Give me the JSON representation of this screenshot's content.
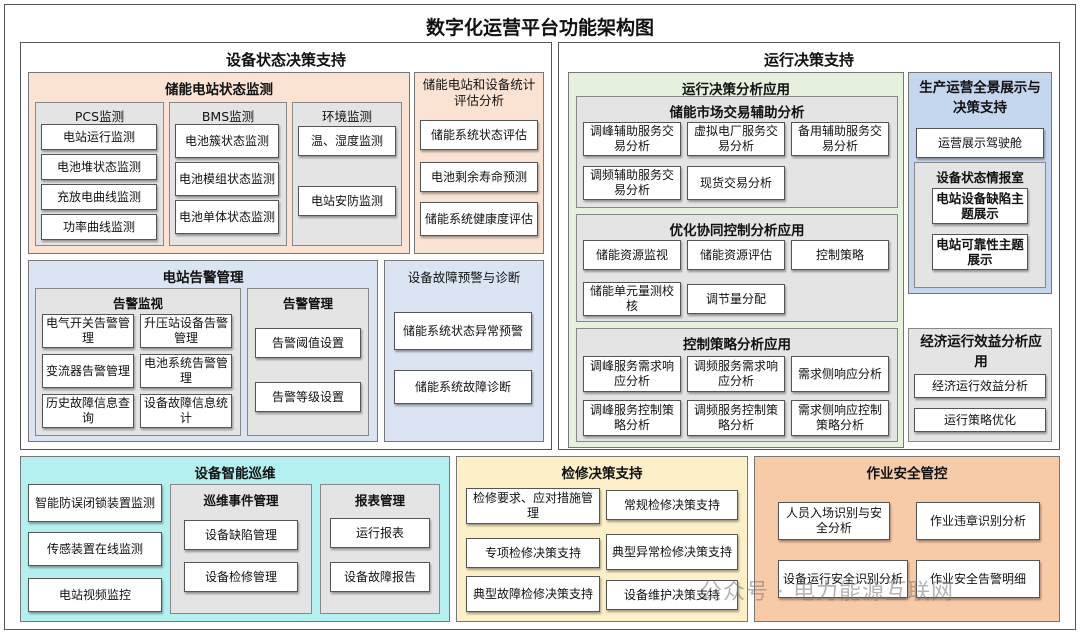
{
  "title": "数字化运营平台功能架构图",
  "equipment_decision": {
    "title": "设备状态决策支持",
    "station_monitoring": {
      "title": "储能电站状态监测",
      "pcs": {
        "title": "PCS监测",
        "items": [
          "电站运行监测",
          "电池堆状态监测",
          "充放电曲线监测",
          "功率曲线监测"
        ]
      },
      "bms": {
        "title": "BMS监测",
        "items": [
          "电池簇状态监测",
          "电池模组状态监测",
          "电池单体状态监测"
        ]
      },
      "env": {
        "title": "环境监测",
        "items": [
          "温、湿度监测",
          "电站安防监测"
        ]
      }
    },
    "stats": {
      "title": "储能电站和设备统计评估分析",
      "items": [
        "储能系统状态评估",
        "电池剩余寿命预测",
        "储能系统健康度评估"
      ]
    },
    "alarm": {
      "title": "电站告警管理",
      "monitor": {
        "title": "告警监视",
        "items": [
          "电气开关告警管理",
          "升压站设备告警管理",
          "变流器告警管理",
          "电池系统告警管理",
          "历史故障信息查询",
          "设备故障信息统计"
        ]
      },
      "manage": {
        "title": "告警管理",
        "items": [
          "告警阈值设置",
          "告警等级设置"
        ]
      }
    },
    "fault": {
      "title": "设备故障预警与诊断",
      "items": [
        "储能系统状态异常预警",
        "储能系统故障诊断"
      ]
    }
  },
  "operation_decision": {
    "title": "运行决策支持",
    "analysis": {
      "title": "运行决策分析应用",
      "market": {
        "title": "储能市场交易辅助分析",
        "items": [
          "调峰辅助服务交易分析",
          "虚拟电厂服务交易分析",
          "备用辅助服务交易分析",
          "调频辅助服务交易分析",
          "现货交易分析"
        ]
      },
      "coop": {
        "title": "优化协同控制分析应用",
        "items": [
          "储能资源监视",
          "储能资源评估",
          "控制策略",
          "储能单元量测校核",
          "调节量分配"
        ]
      },
      "strategy": {
        "title": "控制策略分析应用",
        "items": [
          "调峰服务需求响应分析",
          "调频服务需求响应分析",
          "需求侧响应分析",
          "调峰服务控制策略分析",
          "调频服务控制策略分析",
          "需求侧响应控制策略分析"
        ]
      }
    },
    "panorama": {
      "title": "生产运营全景展示与决策支持",
      "cockpit": "运营展示驾驶舱",
      "situation": {
        "title": "设备状态情报室",
        "items": [
          "电站设备缺陷主题展示",
          "电站可靠性主题展示"
        ]
      }
    },
    "economic": {
      "title": "经济运行效益分析应用",
      "items": [
        "经济运行效益分析",
        "运行策略优化"
      ]
    }
  },
  "inspection": {
    "title": "设备智能巡维",
    "left_items": [
      "智能防误闭锁装置监测",
      "传感装置在线监测",
      "电站视频监控"
    ],
    "events": {
      "title": "巡维事件管理",
      "items": [
        "设备缺陷管理",
        "设备检修管理"
      ]
    },
    "reports": {
      "title": "报表管理",
      "items": [
        "运行报表",
        "设备故障报告"
      ]
    }
  },
  "maintenance": {
    "title": "检修决策支持",
    "items": [
      "检修要求、应对措施管理",
      "常规检修决策支持",
      "专项检修决策支持",
      "典型异常检修决策支持",
      "典型故障检修决策支持",
      "设备维护决策支持"
    ]
  },
  "safety": {
    "title": "作业安全管控",
    "items": [
      "人员入场识别与安全分析",
      "作业违章识别分析",
      "设备运行安全识别分析",
      "作业安全告警明细"
    ]
  },
  "watermark": "公众号 · 电力能源互联网"
}
